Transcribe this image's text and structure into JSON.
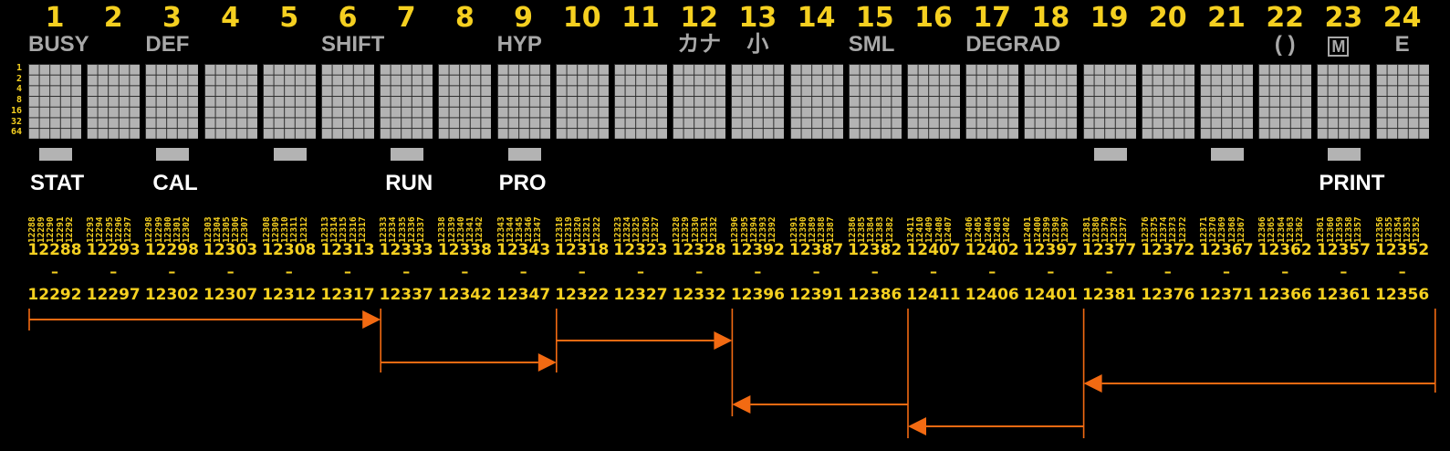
{
  "columns": [
    {
      "num": "1",
      "indicator": "BUSY",
      "bottom": "STAT",
      "bar": true,
      "addrs": [
        "12288",
        "12289",
        "12290",
        "12291",
        "12292"
      ],
      "start": "12288",
      "end": "12292"
    },
    {
      "num": "2",
      "indicator": "",
      "bottom": "",
      "bar": false,
      "addrs": [
        "12293",
        "12294",
        "12295",
        "12296",
        "12297"
      ],
      "start": "12293",
      "end": "12297"
    },
    {
      "num": "3",
      "indicator": "DEF",
      "bottom": "CAL",
      "bar": true,
      "addrs": [
        "12298",
        "12299",
        "12300",
        "12301",
        "12302"
      ],
      "start": "12298",
      "end": "12302"
    },
    {
      "num": "4",
      "indicator": "",
      "bottom": "",
      "bar": false,
      "addrs": [
        "12303",
        "12304",
        "12305",
        "12306",
        "12307"
      ],
      "start": "12303",
      "end": "12307"
    },
    {
      "num": "5",
      "indicator": "",
      "bottom": "",
      "bar": true,
      "addrs": [
        "12308",
        "12309",
        "12310",
        "12311",
        "12312"
      ],
      "start": "12308",
      "end": "12312"
    },
    {
      "num": "6",
      "indicator": "SHIFT",
      "bottom": "",
      "bar": false,
      "addrs": [
        "12313",
        "12314",
        "12315",
        "12316",
        "12317"
      ],
      "start": "12313",
      "end": "12317"
    },
    {
      "num": "7",
      "indicator": "",
      "bottom": "RUN",
      "bar": true,
      "addrs": [
        "12333",
        "12334",
        "12335",
        "12336",
        "12337"
      ],
      "start": "12333",
      "end": "12337"
    },
    {
      "num": "8",
      "indicator": "",
      "bottom": "",
      "bar": false,
      "addrs": [
        "12338",
        "12339",
        "12340",
        "12341",
        "12342"
      ],
      "start": "12338",
      "end": "12342"
    },
    {
      "num": "9",
      "indicator": "HYP",
      "bottom": "PRO",
      "bar": true,
      "addrs": [
        "12343",
        "12344",
        "12345",
        "12346",
        "12347"
      ],
      "start": "12343",
      "end": "12347"
    },
    {
      "num": "10",
      "indicator": "",
      "bottom": "",
      "bar": false,
      "addrs": [
        "12318",
        "12319",
        "12320",
        "12321",
        "12322"
      ],
      "start": "12318",
      "end": "12322"
    },
    {
      "num": "11",
      "indicator": "",
      "bottom": "",
      "bar": false,
      "addrs": [
        "12323",
        "12324",
        "12325",
        "12326",
        "12327"
      ],
      "start": "12323",
      "end": "12327"
    },
    {
      "num": "12",
      "indicator": "カナ",
      "bottom": "",
      "bar": false,
      "addrs": [
        "12328",
        "12329",
        "12330",
        "12331",
        "12332"
      ],
      "start": "12328",
      "end": "12332"
    },
    {
      "num": "13",
      "indicator": "小",
      "bottom": "",
      "bar": false,
      "addrs": [
        "12396",
        "12395",
        "12394",
        "12393",
        "12392"
      ],
      "start": "12392",
      "end": "12396"
    },
    {
      "num": "14",
      "indicator": "",
      "bottom": "",
      "bar": false,
      "addrs": [
        "12391",
        "12390",
        "12389",
        "12388",
        "12387"
      ],
      "start": "12387",
      "end": "12391"
    },
    {
      "num": "15",
      "indicator": "SML",
      "bottom": "",
      "bar": false,
      "addrs": [
        "12386",
        "12385",
        "12384",
        "12383",
        "12382"
      ],
      "start": "12382",
      "end": "12386"
    },
    {
      "num": "16",
      "indicator": "",
      "bottom": "",
      "bar": false,
      "addrs": [
        "12411",
        "12410",
        "12409",
        "12408",
        "12407"
      ],
      "start": "12407",
      "end": "12411"
    },
    {
      "num": "17",
      "indicator": "DEGRAD",
      "bottom": "",
      "bar": false,
      "addrs": [
        "12406",
        "12405",
        "12404",
        "12403",
        "12402"
      ],
      "start": "12402",
      "end": "12406"
    },
    {
      "num": "18",
      "indicator": "",
      "bottom": "",
      "bar": false,
      "addrs": [
        "12401",
        "12400",
        "12399",
        "12398",
        "12397"
      ],
      "start": "12397",
      "end": "12401"
    },
    {
      "num": "19",
      "indicator": "",
      "bottom": "",
      "bar": true,
      "addrs": [
        "12381",
        "12380",
        "12379",
        "12378",
        "12377"
      ],
      "start": "12377",
      "end": "12381"
    },
    {
      "num": "20",
      "indicator": "",
      "bottom": "",
      "bar": false,
      "addrs": [
        "12376",
        "12375",
        "12374",
        "12373",
        "12372"
      ],
      "start": "12372",
      "end": "12376"
    },
    {
      "num": "21",
      "indicator": "",
      "bottom": "",
      "bar": true,
      "addrs": [
        "12371",
        "12370",
        "12369",
        "12368",
        "12367"
      ],
      "start": "12367",
      "end": "12371"
    },
    {
      "num": "22",
      "indicator": "( )",
      "bottom": "",
      "bar": false,
      "addrs": [
        "12366",
        "12365",
        "12364",
        "12363",
        "12362"
      ],
      "start": "12362",
      "end": "12366"
    },
    {
      "num": "23",
      "indicator": "M",
      "bottom": "PRINT",
      "bar": true,
      "addrs": [
        "12361",
        "12360",
        "12359",
        "12358",
        "12357"
      ],
      "start": "12357",
      "end": "12361"
    },
    {
      "num": "24",
      "indicator": "E",
      "bottom": "",
      "bar": false,
      "addrs": [
        "12356",
        "12355",
        "12354",
        "12353",
        "12352"
      ],
      "start": "12352",
      "end": "12356"
    }
  ],
  "row_labels": [
    "1",
    "2",
    "4",
    "8",
    "16",
    "32",
    "64"
  ],
  "range_separator": "–",
  "colors": {
    "background": "#000000",
    "yellow": "#f5d020",
    "gray": "#b3b3b3",
    "arrow": "#f26a12",
    "white": "#ffffff"
  },
  "flow_arrows": [
    {
      "from_column": "1",
      "to_column": "7",
      "direction": "right"
    },
    {
      "from_column": "7",
      "to_column": "10",
      "direction": "right"
    },
    {
      "from_column": "10",
      "to_column": "13",
      "direction": "right"
    },
    {
      "from_column": "16",
      "to_column": "13",
      "direction": "left"
    },
    {
      "from_column": "19",
      "to_column": "16",
      "direction": "left"
    },
    {
      "from_column": "25",
      "to_column": "19",
      "direction": "left"
    }
  ]
}
